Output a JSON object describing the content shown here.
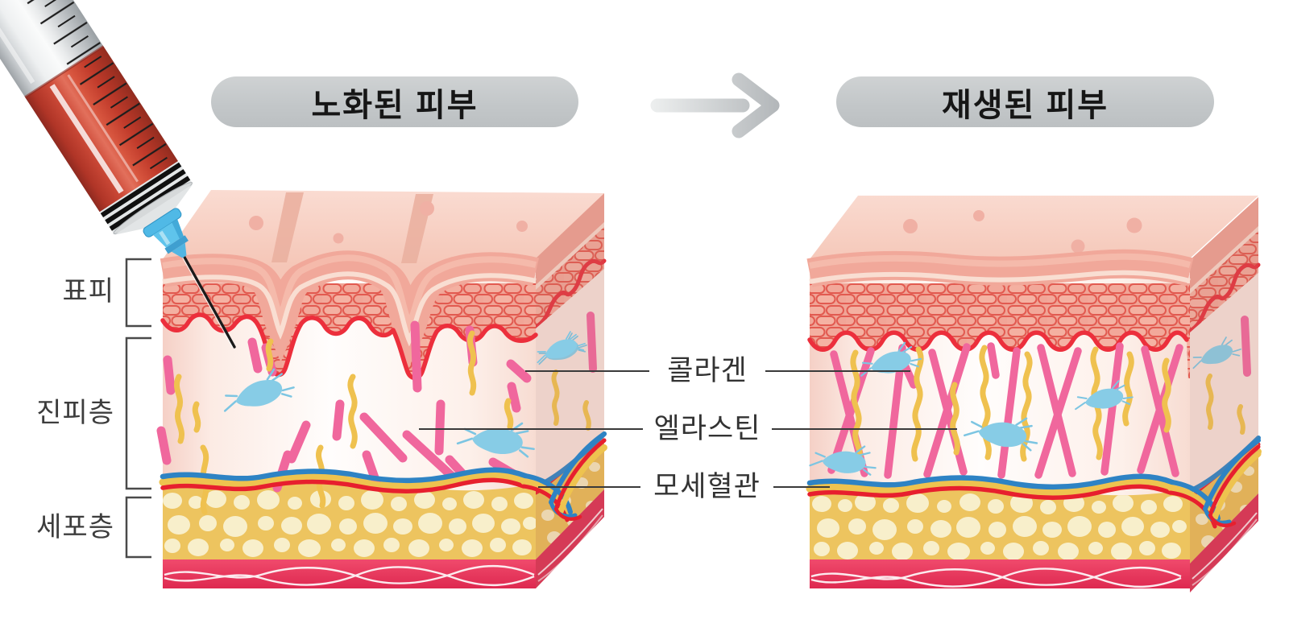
{
  "header": {
    "aged_title": "노화된 피부",
    "regenerated_title": "재생된 피부"
  },
  "layer_labels": {
    "epidermis": "표피",
    "dermis": "진피층",
    "cell_layer": "세포층"
  },
  "component_labels": {
    "collagen": "콜라겐",
    "elastin": "엘라스틴",
    "capillary": "모세혈관"
  },
  "icons": {
    "syringe": "syringe-icon",
    "arrow": "arrow-right-icon",
    "fibroblast": "fibroblast-cell-icon"
  },
  "colors": {
    "pill_bg": "#c3c7c9",
    "label_text": "#3d3d3d",
    "skin_surface": "#f8d0c3",
    "epidermis_cells": "#f0a496",
    "epidermis_border_red": "#ec2f3c",
    "collagen_fiber_pink": "#f0679d",
    "elastin_fiber_yellow": "#efc14f",
    "fibroblast_blue": "#87cce6",
    "capillary_blue": "#2e83c4",
    "capillary_red": "#e71f2e",
    "fat_layer_yellow": "#edc45f",
    "fat_blob_cream": "#f8efcb",
    "muscle_red": "#ea3c5f",
    "serum_red": "#c03a2a",
    "needle_hub_blue": "#5fc4ec"
  }
}
